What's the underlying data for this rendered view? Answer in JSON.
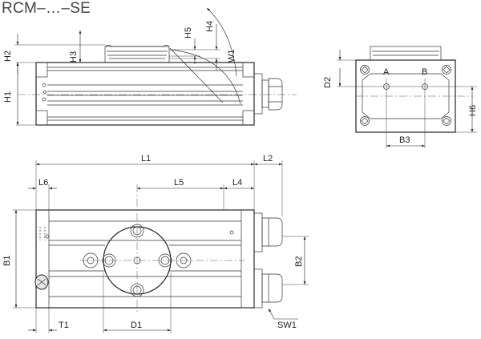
{
  "title": "RCM–…–SE",
  "dimensions": {
    "H1": "H1",
    "H2": "H2",
    "H3": "H3",
    "H4": "H4",
    "H5": "H5",
    "H6": "H6",
    "W1": "W1",
    "D1": "D1",
    "D2": "D2",
    "L1": "L1",
    "L2": "L2",
    "L4": "L4",
    "L5": "L5",
    "L6": "L6",
    "B1": "B1",
    "B2": "B2",
    "B3": "B3",
    "T1": "T1",
    "SW1": "SW1"
  },
  "ports": {
    "A": "A",
    "B": "B"
  }
}
